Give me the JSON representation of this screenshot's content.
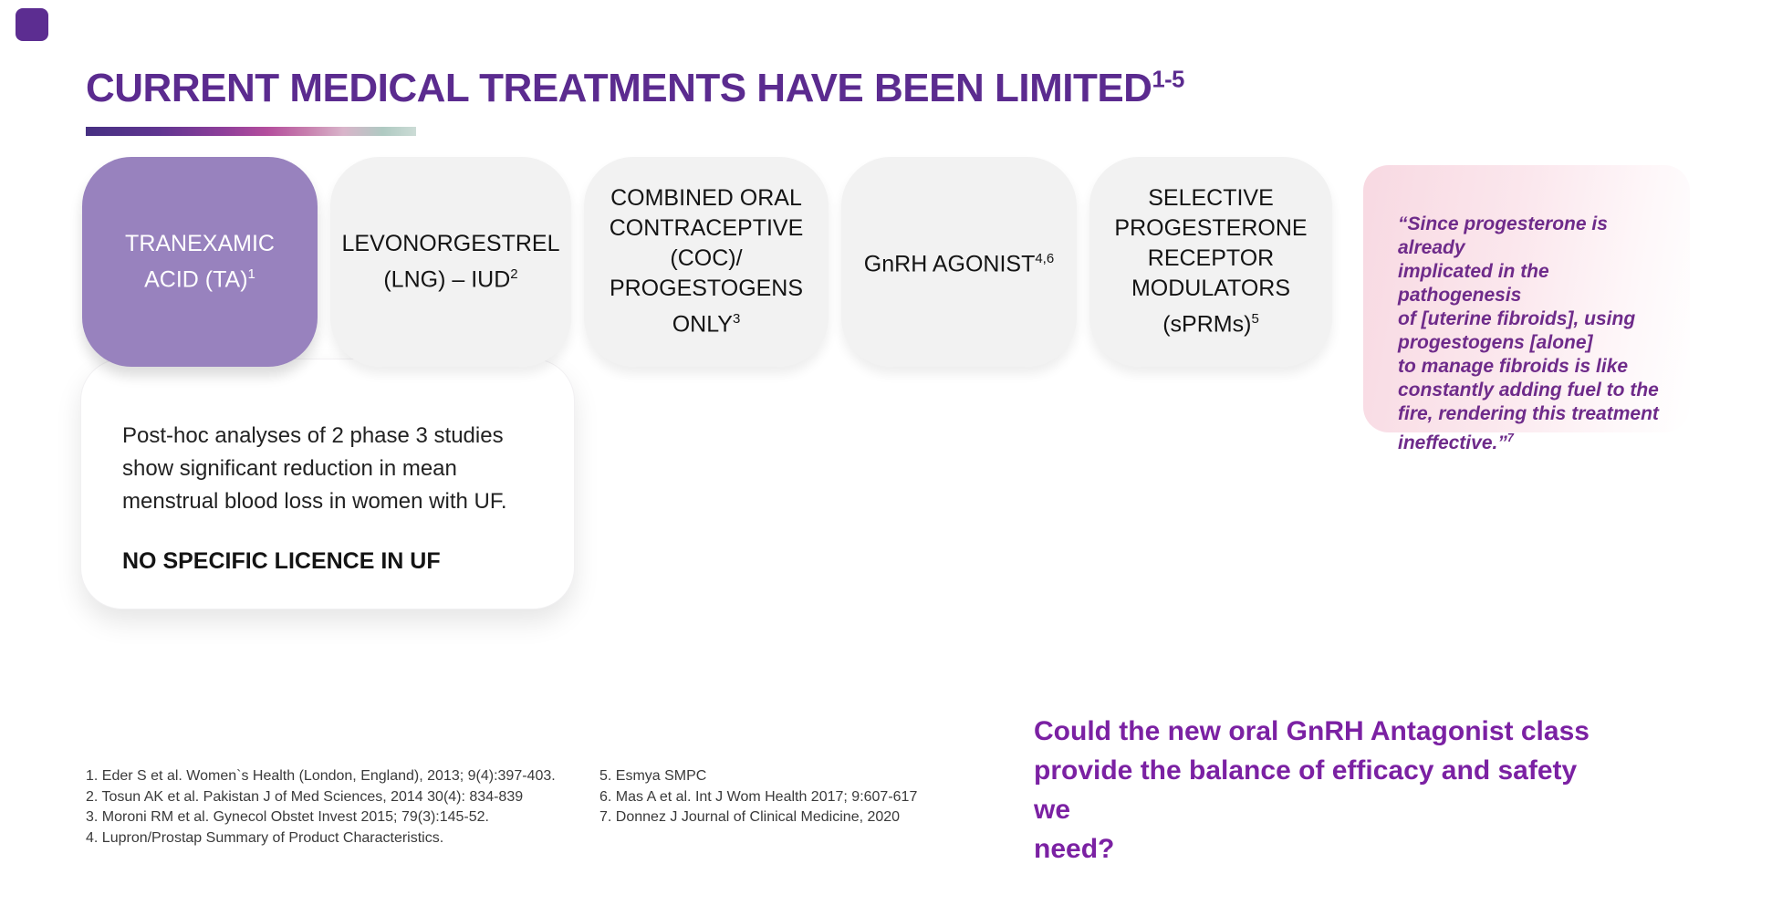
{
  "theme": {
    "title_color": "#5b2b8f",
    "primary_card_color": "#9882be",
    "gray_card_color": "#f2f2f2",
    "quote_text_color": "#6e2b8a",
    "quote_bg_pink": "#f8d9e2",
    "question_color": "#7b21a3"
  },
  "title": {
    "text": "CURRENT MEDICAL TREATMENTS HAVE BEEN LIMITED",
    "sup": "1-5"
  },
  "cards": [
    {
      "lines": [
        "TRANEXAMIC",
        "ACID (TA)"
      ],
      "sup": "1",
      "variant": "purple"
    },
    {
      "lines": [
        "LEVONORGESTREL",
        "(LNG) – IUD"
      ],
      "sup": "2",
      "variant": "gray"
    },
    {
      "lines": [
        "COMBINED ORAL",
        "CONTRACEPTIVE",
        "(COC)/",
        "PROGESTOGENS",
        "ONLY"
      ],
      "sup": "3",
      "variant": "gray"
    },
    {
      "lines": [
        "GnRH AGONIST"
      ],
      "sup": "4,6",
      "variant": "gray"
    },
    {
      "lines": [
        "SELECTIVE",
        "PROGESTERONE",
        "RECEPTOR",
        "MODULATORS",
        "(sPRMs)"
      ],
      "sup": "5",
      "variant": "gray"
    }
  ],
  "quote": {
    "lines": [
      "“Since progesterone is already",
      "implicated in the pathogenesis",
      "of [uterine fibroids], using",
      "progestogens [alone]",
      "to manage fibroids is like",
      "constantly adding fuel to the",
      "fire, rendering this treatment",
      "ineffective.”"
    ],
    "sup": "7"
  },
  "detail_card": {
    "body_lines": [
      "Post-hoc analyses of 2 phase 3 studies",
      "show significant reduction in mean",
      "menstrual blood loss in women with UF."
    ],
    "emphasis": "NO SPECIFIC LICENCE IN UF"
  },
  "references": {
    "column1": [
      "1. Eder S et al. Women`s Health (London, England), 2013; 9(4):397-403.",
      "2. Tosun AK et al. Pakistan J of Med Sciences, 2014 30(4): 834-839",
      "3. Moroni RM et al. Gynecol Obstet Invest 2015; 79(3):145-52.",
      "4. Lupron/Prostap Summary of Product Characteristics."
    ],
    "column2": [
      "5. Esmya SMPC",
      "6. Mas A et al. Int J Wom Health 2017; 9:607-617",
      "7. Donnez J Journal of Clinical Medicine, 2020"
    ]
  },
  "question": {
    "lines": [
      "Could the new oral GnRH Antagonist class",
      "provide the balance of efficacy and safety we",
      "need?"
    ]
  }
}
